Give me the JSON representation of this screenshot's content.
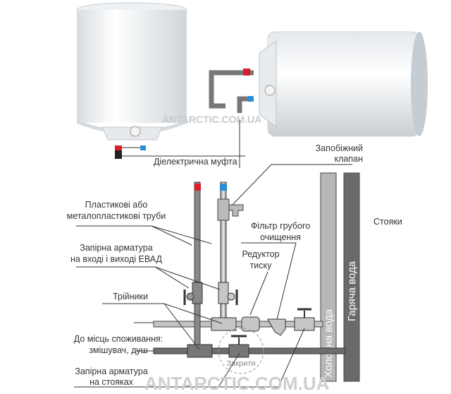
{
  "watermark": "ANTARCTIC.COM.UA",
  "labels": {
    "dielectric_coupling": "Діелектрична муфта",
    "safety_valve": [
      "Запобіжний",
      "клапан"
    ],
    "pipes": [
      "Пластикові або",
      "металопластикові труби"
    ],
    "shutoff_inlet_outlet": [
      "Запірна арматура",
      "на вході і виході ЕВАД"
    ],
    "pressure_reducer": [
      "Редуктор",
      "тиску"
    ],
    "coarse_filter": [
      "Фільтр грубого",
      "очищення"
    ],
    "risers": "Стояки",
    "cold_water": "Холодна вода",
    "hot_water": "Гаряча вода",
    "tees": "Трійники",
    "consumption_points": [
      "До місць споживання:",
      "змішувач, душ"
    ],
    "close": "Закрити",
    "shutoff_risers": [
      "Запірна арматура",
      "на стояках"
    ]
  },
  "colors": {
    "hot": "#d8202a",
    "cold": "#2a8fd0",
    "cold_riser": "#b8b8b8",
    "hot_riser": "#6a6a6a"
  }
}
